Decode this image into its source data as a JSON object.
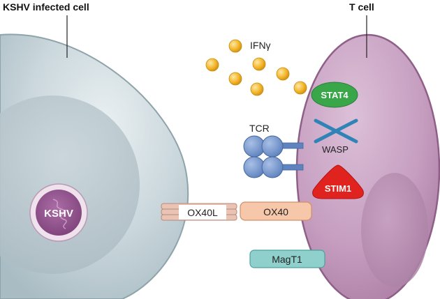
{
  "labels": {
    "kshv_cell": "KSHV infected cell",
    "t_cell": "T cell",
    "kshv": "KSHV",
    "ifn": "IFNγ",
    "tcr": "TCR",
    "wasp": "WASP",
    "stat4": "STAT4",
    "stim1": "STIM1",
    "ox40l": "OX40L",
    "ox40": "OX40",
    "magt1": "MagT1"
  },
  "colors": {
    "kshv_cell_fill": "#c5d3d8",
    "kshv_cell_edge": "#8fa3ab",
    "nucleus": "#b2c1c7",
    "t_cell_fill": "#c69ec0",
    "t_cell_edge": "#8f5f88",
    "t_nucleus": "#b085aa",
    "stat4": "#3aa64a",
    "stim1": "#e0231f",
    "wasp": "#2f83b6",
    "tcr": "#6f92c8",
    "ifn": "#f2b52a",
    "ox40": "#f7c7aa",
    "ox40l": "#e9c3b3",
    "magt1": "#8fd0cc"
  }
}
